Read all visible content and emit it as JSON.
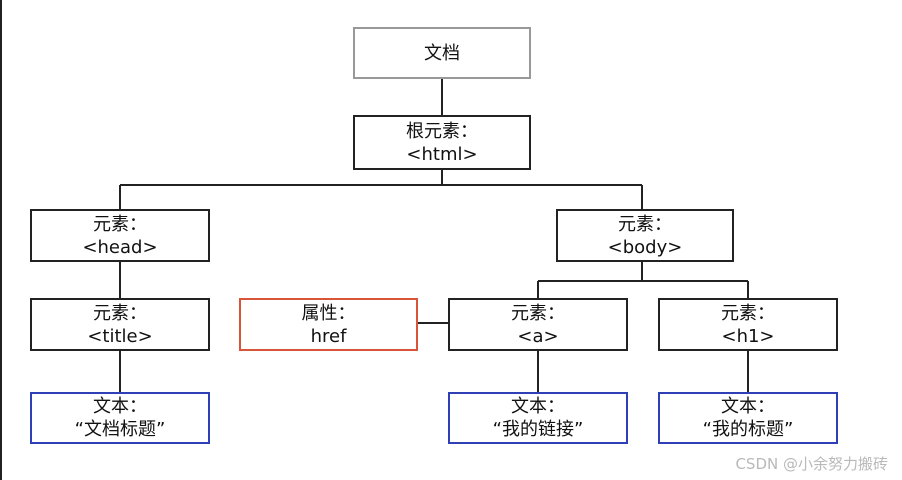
{
  "nodes": {
    "document": {
      "line1": "文档",
      "border_color": "#999999"
    },
    "root_html": {
      "line1": "根元素：",
      "line2": "<html>",
      "border_color": "#222222"
    },
    "head": {
      "line1": "元素：",
      "line2": "<head>",
      "border_color": "#222222"
    },
    "body": {
      "line1": "元素：",
      "line2": "<body>",
      "border_color": "#222222"
    },
    "title": {
      "line1": "元素：",
      "line2": "<title>",
      "border_color": "#222222"
    },
    "attr_href": {
      "line1": "属性：",
      "line2": "href",
      "border_color": "#d9553a"
    },
    "a": {
      "line1": "元素：",
      "line2": "<a>",
      "border_color": "#222222"
    },
    "h1": {
      "line1": "元素：",
      "line2": "<h1>",
      "border_color": "#222222"
    },
    "text_title": {
      "line1": "文本：",
      "line2": "“文档标题”",
      "border_color": "#2f3fb5"
    },
    "text_link": {
      "line1": "文本：",
      "line2": "“我的链接”",
      "border_color": "#2f3fb5"
    },
    "text_h1": {
      "line1": "文本：",
      "line2": "“我的标题”",
      "border_color": "#2f3fb5"
    }
  },
  "watermark": "CSDN @小余努力搬砖"
}
